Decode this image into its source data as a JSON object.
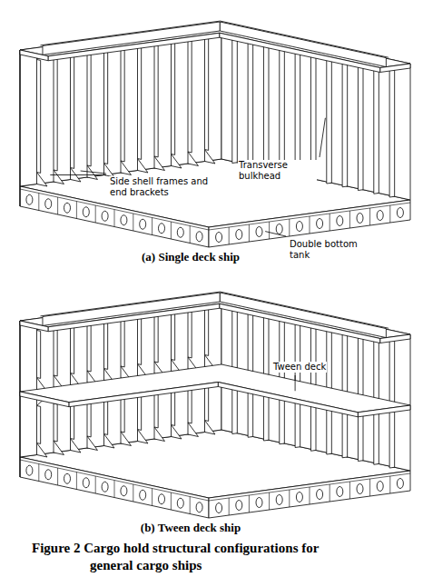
{
  "diagram": {
    "caption": "Figure 2 Cargo hold structural configurations for general cargo ships",
    "labels": [
      "Transverse bulkhead",
      "Side shell frames and end brackets",
      "Double bottom tank",
      "(a) Single deck ship",
      "Tween deck",
      "(b) Tween deck ship"
    ]
  }
}
